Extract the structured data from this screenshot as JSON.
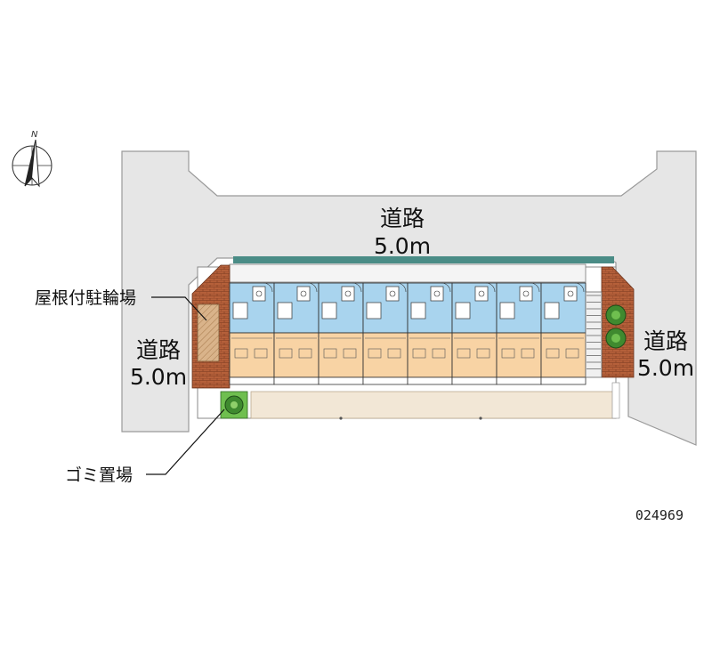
{
  "roads": {
    "top": {
      "name": "道路",
      "width": "5.0m"
    },
    "left": {
      "name": "道路",
      "width": "5.0m"
    },
    "right": {
      "name": "道路",
      "width": "5.0m"
    }
  },
  "callouts": {
    "bicycle_parking": "屋根付駐輪場",
    "garbage": "ゴミ置場"
  },
  "compass": {
    "north": "N"
  },
  "property_code": "024969",
  "building": {
    "unit_count": 8
  },
  "colors": {
    "road": "#e6e6e6",
    "road_edge": "#9a9a9a",
    "site": "#ffffff",
    "fence": "#4a8c86",
    "brick": "#b5603a",
    "wet_area": "#a9d4ee",
    "room": "#f8d3a4",
    "balcony": "#f2e7d6",
    "lawn": "#6fbf4f"
  }
}
